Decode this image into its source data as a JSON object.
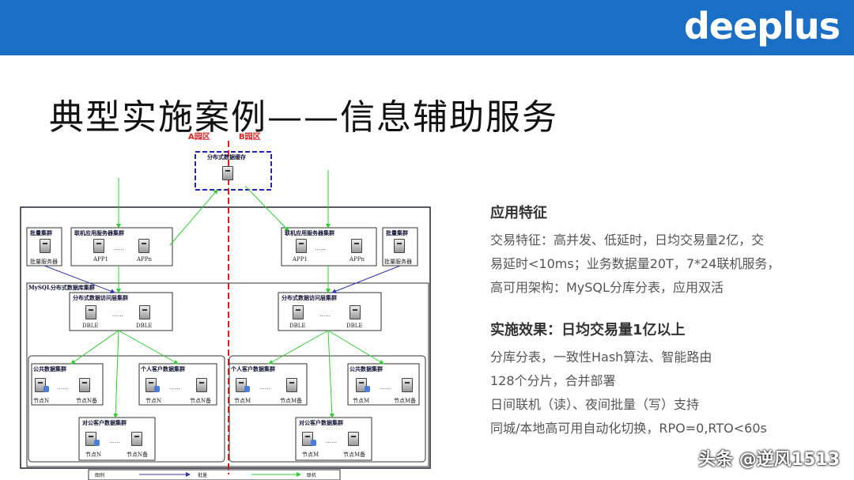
{
  "header": {
    "logo": "deeplus"
  },
  "title": "典型实施案例——信息辅助服务",
  "panel": {
    "section1_title": "应用特征",
    "section1_lines": [
      "交易特征：高并发、低延时，日均交易量2亿，交",
      "易延时<10ms；业务数据量20T，7*24联机服务，",
      "高可用架构：MySQL分库分表，应用双活"
    ],
    "section2_title": "实施效果：日均交易量1亿以上",
    "section2_lines": [
      "分库分表，一致性Hash算法、智能路由",
      "128个分片，合并部署",
      "日间联机（读）、夜间批量（写）支持",
      "同城/本地高可用自动化切换，RPO=0,RTO<60s"
    ]
  },
  "watermark": "头条 @逆风1513",
  "diagram": {
    "zone_a": "A园区",
    "zone_b": "B园区",
    "cache": "分布式数据缓存",
    "batch_cluster": "批量集群",
    "batch_server": "批量服务器",
    "online_cluster": "联机应用服务器集群",
    "app1": "APP1",
    "appn": "APPn",
    "mysql_cluster": "MySQL分布式数据库集群",
    "access_layer": "分布式数据访问层集群",
    "dble": "DBLE",
    "public_cluster": "公共数据集群",
    "personal_cluster": "个人客户数据集群",
    "corporate_cluster": "对公客户数据集群",
    "node_n": "节点N",
    "node_n_bak": "节点N备",
    "node_m": "节点M",
    "node_m_bak": "节点M备",
    "dots": "……",
    "legend_1": "图例",
    "legend_2": "批量",
    "legend_3": "联机"
  }
}
